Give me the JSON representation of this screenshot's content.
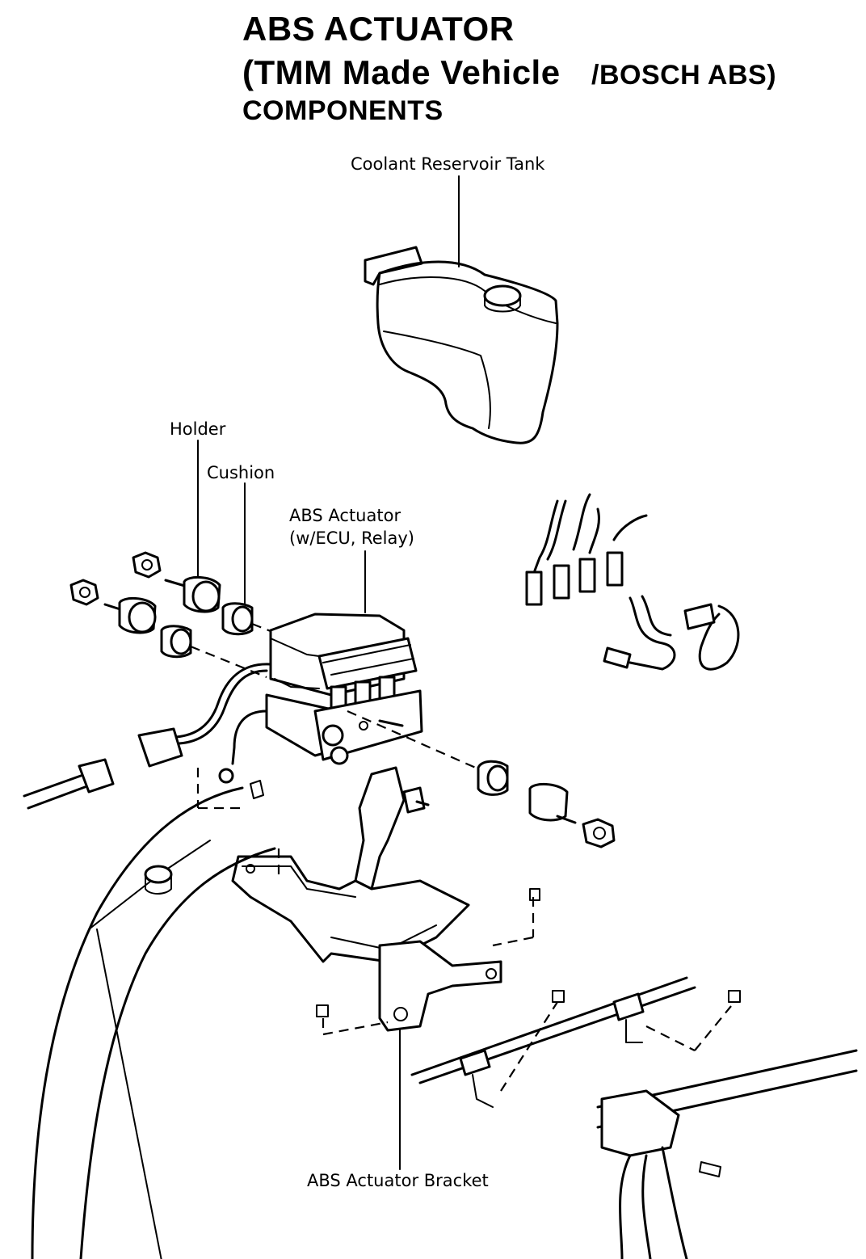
{
  "title": {
    "line1": "ABS ACTUATOR",
    "line2a": "(TMM Made Vehicle",
    "line2b": "/BOSCH ABS)",
    "line3": "COMPONENTS"
  },
  "labels": {
    "coolant_tank": "Coolant Reservoir Tank",
    "holder": "Holder",
    "cushion": "Cushion",
    "actuator_line1": "ABS Actuator",
    "actuator_line2": "(w/ECU, Relay)",
    "bracket": "ABS Actuator Bracket"
  },
  "icons": {
    "coolant_tank": "coolant-reservoir-tank-drawing",
    "actuator": "abs-actuator-drawing",
    "bracket": "abs-actuator-bracket-drawing",
    "holder": "holder-drawing",
    "cushion": "cushion-drawing",
    "bolt": "bolt-drawing",
    "nut": "nut-drawing",
    "brake_line": "brake-line-drawing"
  },
  "colors": {
    "ink": "#000000",
    "paper": "#ffffff"
  }
}
